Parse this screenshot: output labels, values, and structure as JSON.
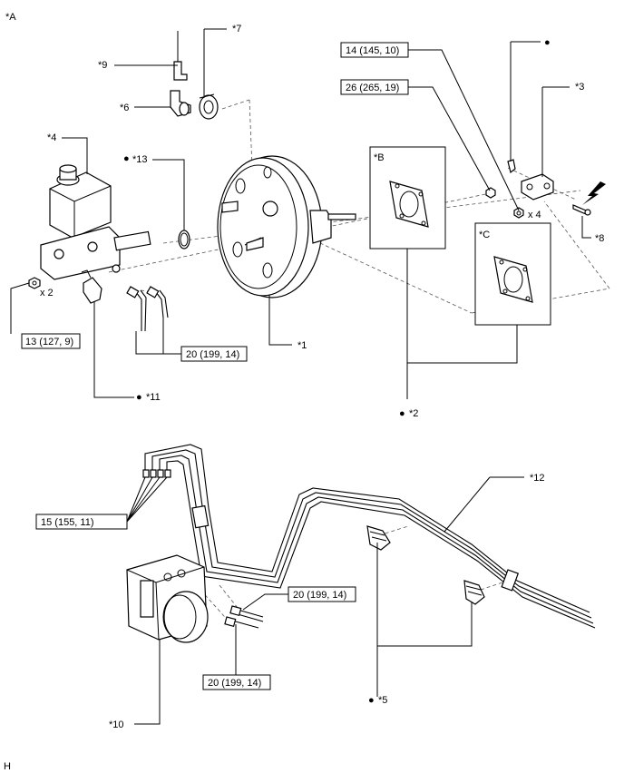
{
  "figure_id": "*A",
  "footer_code": "H",
  "callouts": {
    "c1": "*1",
    "c2": "*2",
    "c3": "*3",
    "c4": "*4",
    "c5": "*5",
    "c6": "*6",
    "c7": "*7",
    "c8": "*8",
    "c9": "*9",
    "c10": "*10",
    "c11": "*11",
    "c12": "*12",
    "c13": "*13",
    "dot_top": "●"
  },
  "detail_labels": {
    "b": "*B",
    "c": "*C"
  },
  "quantities": {
    "x2": "x 2",
    "x4": "x 4"
  },
  "torques": {
    "t1": "14 (145, 10)",
    "t2": "26 (265, 19)",
    "t3": "13 (127, 9)",
    "t4": "20 (199, 14)",
    "t5": "15 (155, 11)",
    "t6": "20 (199, 14)",
    "t7": "20 (199, 14)"
  }
}
